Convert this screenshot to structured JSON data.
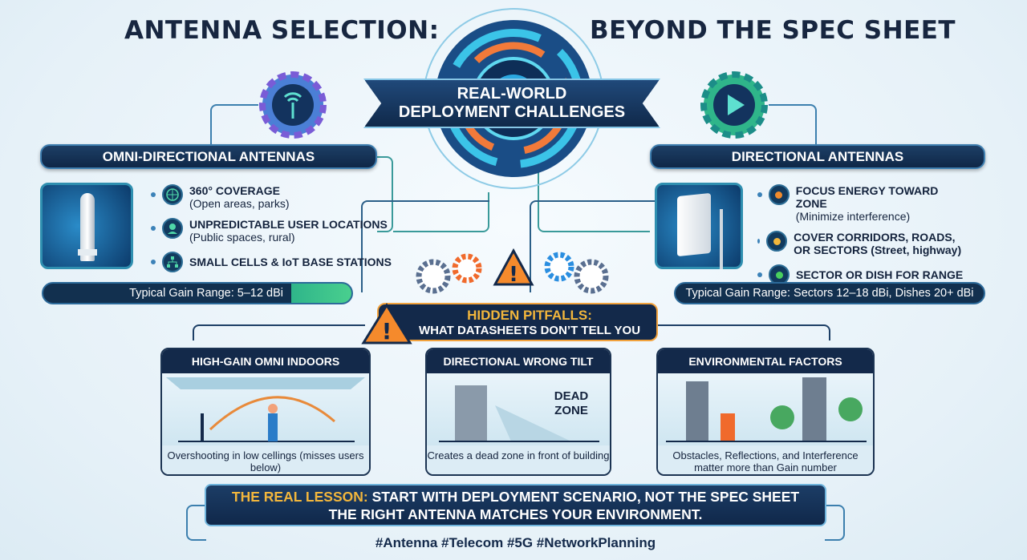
{
  "title": {
    "left": "ANTENNA SELECTION:",
    "right": "BEYOND THE SPEC SHEET"
  },
  "center": {
    "line1": "REAL-WORLD",
    "line2": "DEPLOYMENT CHALLENGES"
  },
  "omni": {
    "header": "OMNI-DIRECTIONAL ANTENNAS",
    "items": [
      {
        "icon": "globe-icon",
        "title": "360° COVERAGE",
        "sub": "(Open areas, parks)"
      },
      {
        "icon": "location-pin-icon",
        "title": "UNPREDICTABLE USER LOCATIONS",
        "sub": "(Public spaces, rural)"
      },
      {
        "icon": "network-icon",
        "title": "SMALL CELLS & IoT BASE STATIONS",
        "sub": ""
      }
    ],
    "gain": "Typical Gain Range: 5–12 dBi"
  },
  "directional": {
    "header": "DIRECTIONAL ANTENNAS",
    "items": [
      {
        "icon": "orange-dot-icon",
        "title": "FOCUS ENERGY TOWARD ZONE",
        "sub": "(Minimize interference)"
      },
      {
        "icon": "yellow-dot-icon",
        "title": "COVER CORRIDORS, ROADS, OR SECTORS (Street, highway)",
        "sub": ""
      },
      {
        "icon": "green-dot-icon",
        "title": "SECTOR OR DISH FOR RANGE",
        "sub": ""
      }
    ],
    "gain": "Typical Gain Range: Sectors 12–18 dBi, Dishes 20+ dBi"
  },
  "pitfalls": {
    "line1": "HIDDEN PITFALLS:",
    "line2": "WHAT DATASHEETS DON’T TELL YOU"
  },
  "cards": [
    {
      "title": "HIGH-GAIN OMNI INDOORS",
      "caption": "Overshooting in low cellings (misses users below)"
    },
    {
      "title": "DIRECTIONAL WRONG TILT",
      "caption": "Creates a dead zone in front of building",
      "label": "DEAD ZONE"
    },
    {
      "title": "ENVIRONMENTAL FACTORS",
      "caption": "Obstacles, Reflections, and Interference matter more than Gain number"
    }
  ],
  "lesson": {
    "lead": "THE REAL LESSON:",
    "line1": "START WITH DEPLOYMENT SCENARIO, NOT THE SPEC SHEET",
    "line2": "THE RIGHT ANTENNA MATCHES YOUR ENVIRONMENT."
  },
  "hashtags": "#Antenna #Telecom #5G #NetworkPlanning",
  "colors": {
    "navy": "#13294a",
    "orange": "#f08a2c",
    "teal": "#3a9a9a",
    "yellow": "#f2b63c"
  }
}
